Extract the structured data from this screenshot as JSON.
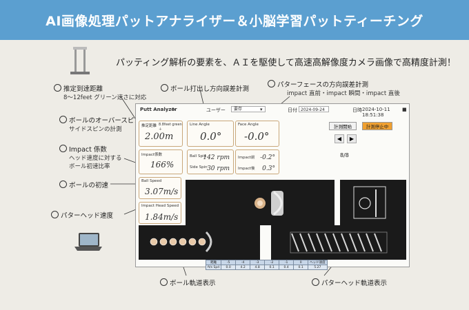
{
  "banner": {
    "title": "AI画像処理パットアナライザー＆小脳学習パットティーチング"
  },
  "headline": "パッティング解析の要素を、ＡＩを駆使して高速高解像度カメラ画像で高精度計測！",
  "callouts": {
    "distance": {
      "title": "推定到達距離",
      "sub": "8～12feet グリーン速さに対応"
    },
    "direction": {
      "title": "ボール打出し方向誤差計測"
    },
    "face": {
      "title": "パターフェースの方向誤差計測",
      "sub": "impact 直前・impact 瞬間・impact 直後"
    },
    "spin": {
      "title": "ボールのオーバースピン",
      "sub": "サイドスピンの計測"
    },
    "impact_coef": {
      "title": "Impact 係数",
      "sub1": "ヘッド速度に対する",
      "sub2": "ボール初速比率"
    },
    "ball_speed": {
      "title": "ボールの初速"
    },
    "head_speed": {
      "title": "パターヘッド速度"
    },
    "ball_track": {
      "title": "ボール軌道表示"
    },
    "head_track": {
      "title": "パターヘッド軌道表示"
    }
  },
  "app": {
    "title": "Putt Analyzer",
    "user_label": "ユーザー",
    "user_value": "",
    "user2_value": "要存",
    "date_label": "日付",
    "date_value": "2024-09-24",
    "now_label": "日時",
    "now_value": "2024-10-11 18:51:38",
    "start_button": "計測開始",
    "stop_button": "計測停止中",
    "counter": "8/8",
    "prev_label": "◀",
    "next_label": "▶"
  },
  "cards": {
    "distance": {
      "label": "推定距離",
      "tag": "8.8feet green＋",
      "value": "2.00m"
    },
    "line_angle": {
      "label": "Line Angle",
      "value": "0.0°"
    },
    "face_angle": {
      "label": "Face Angle",
      "value": "-0.0°"
    },
    "impact_coef": {
      "label": "Impact係数",
      "value": "166%"
    },
    "spin": {
      "ball_label": "Ball Spin",
      "ball_value": "142 rpm",
      "side_label": "Side Spin",
      "side_value": "30 rpm"
    },
    "impact_face": {
      "pre_label": "Impact前",
      "pre_value": "-0.2°",
      "post_label": "Impact後",
      "post_value": "0.3°"
    },
    "ball_speed": {
      "label": "Ball Speed",
      "value": "3.07m/s"
    },
    "head_speed": {
      "label": "Impact Head Speed",
      "value": "1.84m/s"
    }
  },
  "table": {
    "header": [
      "距離",
      "-5",
      "-4",
      "-3",
      "-2",
      "-1",
      "0",
      "ヘッド速度"
    ],
    "row": [
      "ft/s Spd",
      "0.0",
      "4.2",
      "4.8",
      "0.1",
      "0.4",
      "0.1",
      "5.27"
    ]
  },
  "colors": {
    "banner": "#5b9fd0",
    "stop": "#f0a030",
    "card_border": "#c9a77a"
  }
}
